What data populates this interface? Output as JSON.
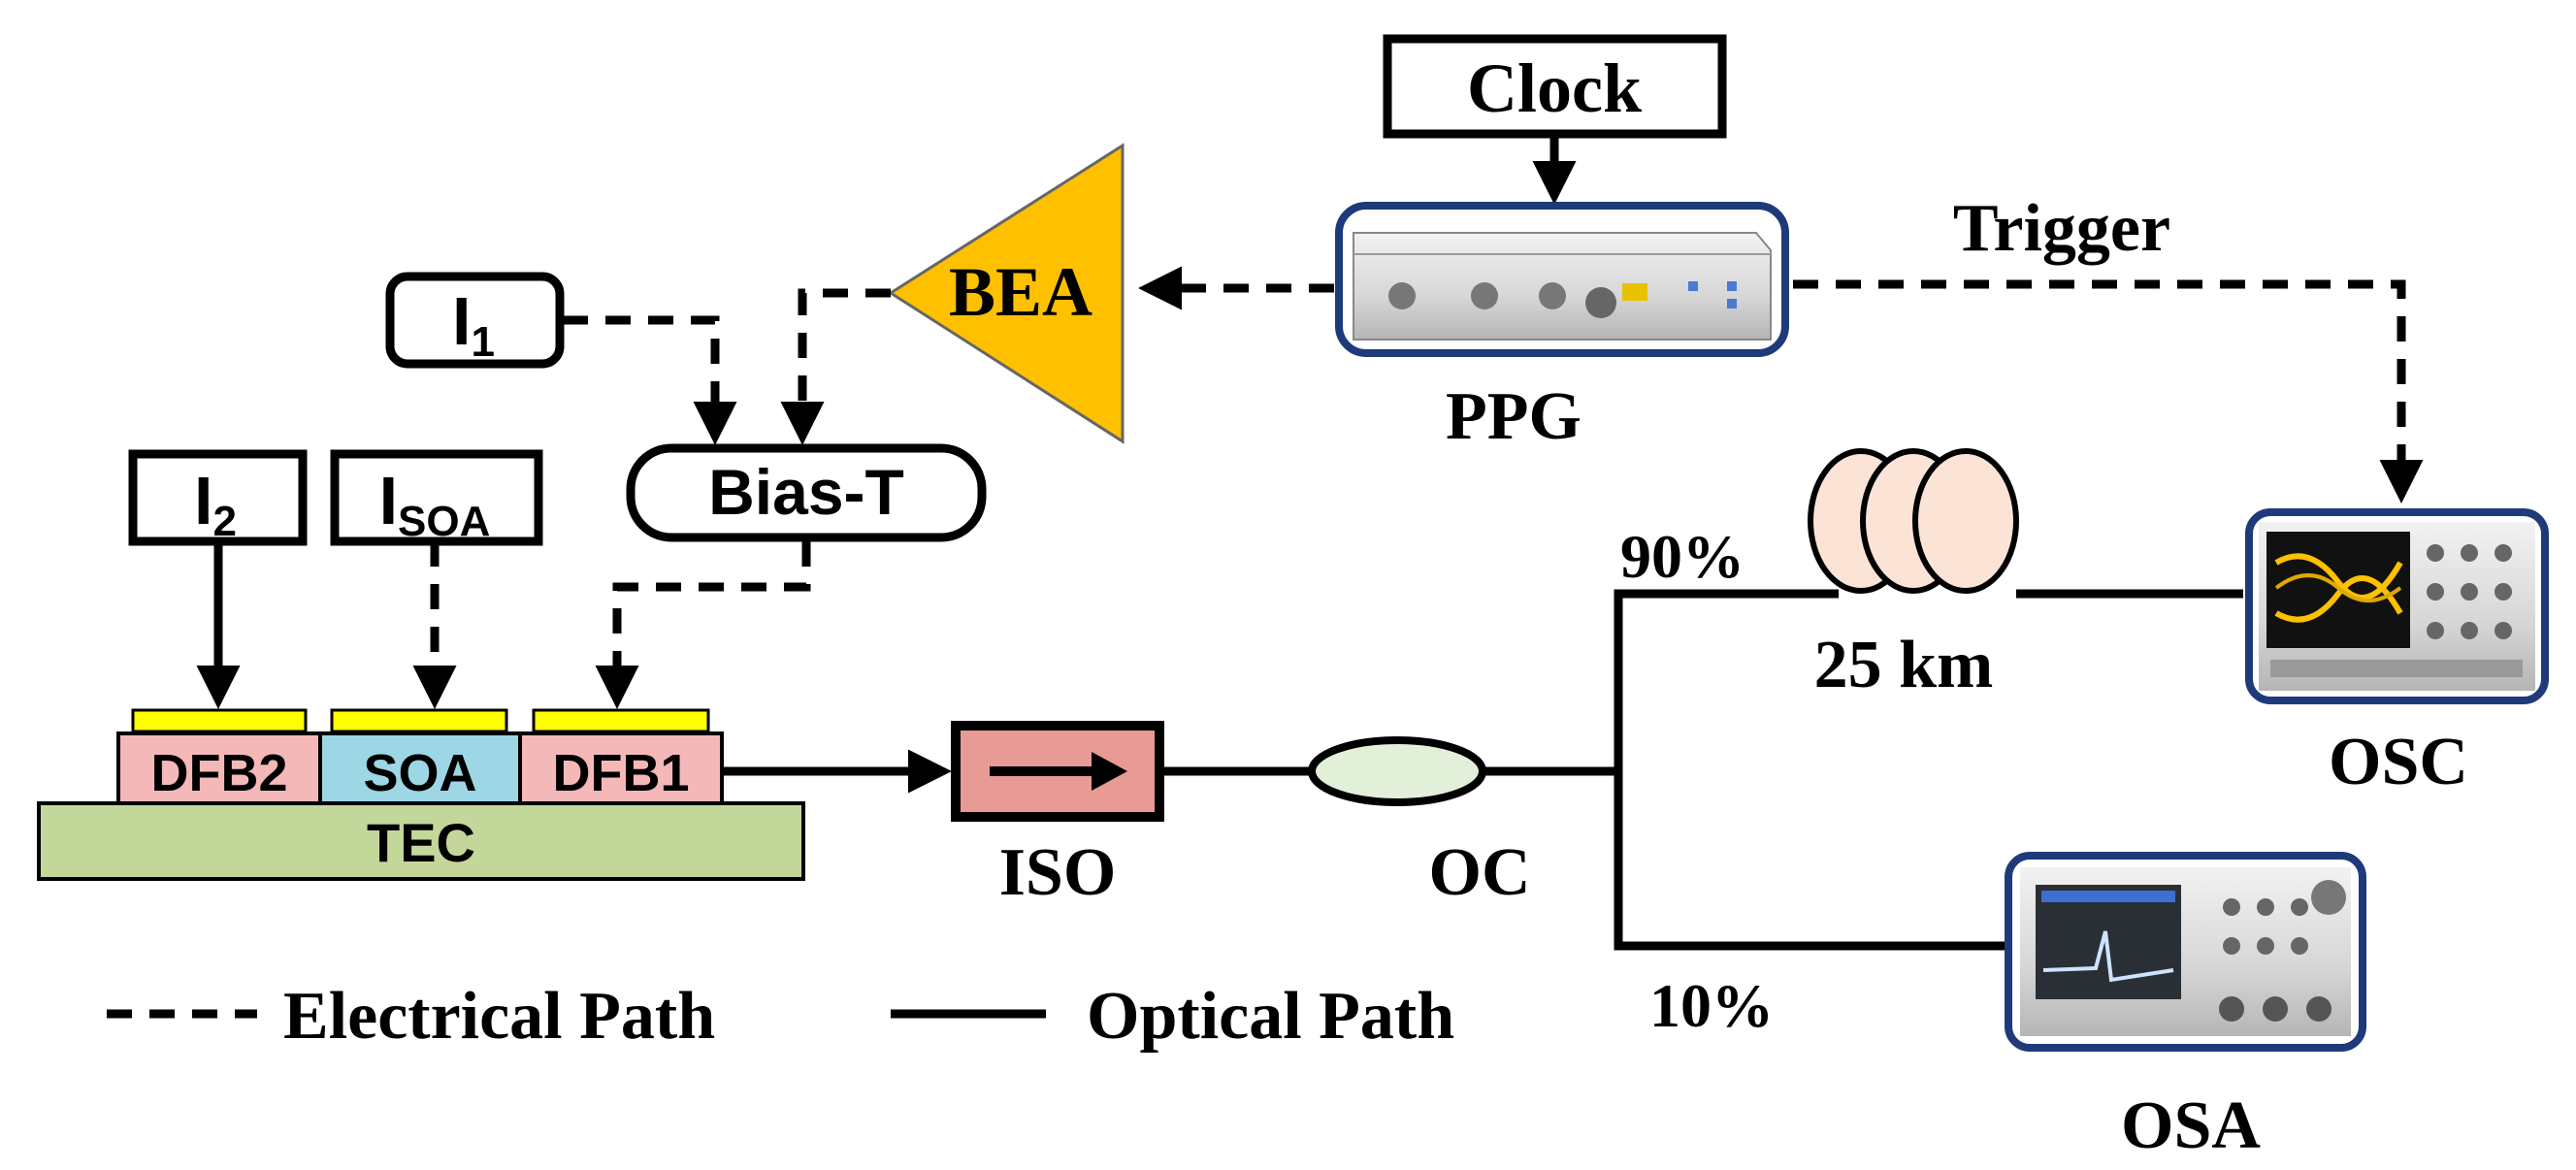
{
  "blocks": {
    "clock": "Clock",
    "ppg": "PPG",
    "trigger": "Trigger",
    "bea": "BEA",
    "i1": "I",
    "i1_sub": "1",
    "i2": "I",
    "i2_sub": "2",
    "isoa": "I",
    "isoa_sub": "SOA",
    "bias_t": "Bias-T",
    "dfb2": "DFB2",
    "soa": "SOA",
    "dfb1": "DFB1",
    "tec": "TEC",
    "iso": "ISO",
    "oc": "OC",
    "split_90": "90%",
    "split_10": "10%",
    "fiber": "25 km",
    "osc": "OSC",
    "osa": "OSA"
  },
  "legend": {
    "electrical": "Electrical Path",
    "optical": "Optical Path"
  },
  "colors": {
    "bea": "#FFC000",
    "dfb": "#F4B8B8",
    "soa_chip": "#9DD6E4",
    "tec": "#C3D79B",
    "electrode": "#FFFF00",
    "iso": "#E89A94",
    "oc": "#E2F0D9",
    "fiber": "#FBE3D6",
    "instrument_frame": "#1F3A7A"
  }
}
